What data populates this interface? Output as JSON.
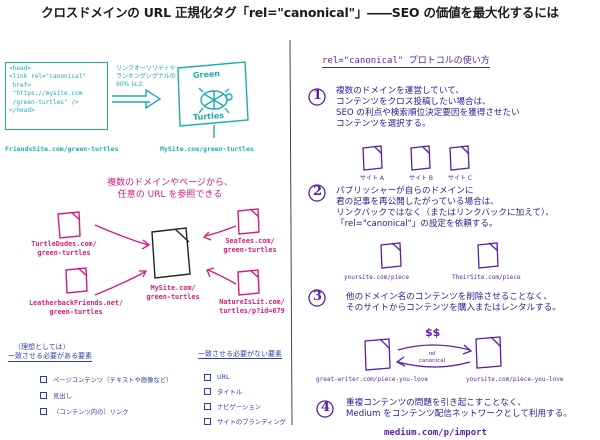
{
  "title": "クロスドメインの URL 正規化タグ「rel=\"canonical\"」――SEO の価値を最大化するには",
  "left": {
    "code": {
      "line1": "<head>",
      "line2": "<link rel=\"canonical\"",
      "line3": " href=",
      "line4": " \"https://mysite.com",
      "line5": " /green-turtles\" />",
      "line6": "</head>"
    },
    "arrow_note": {
      "line1": "リンクオーソリティや",
      "line2": "ランキングシグナルの",
      "line3": "90% 以上"
    },
    "sign": {
      "top": "Green",
      "bottom": "Turtles"
    },
    "friends_url": "FriendsSite.com/green-turtles",
    "mysite_url": "MySite.com/green-turtles",
    "heading": {
      "line1": "複数のドメインやページから、",
      "line2": "任意の URL を参照できる"
    },
    "nodes": {
      "turtledudes": {
        "line1": "TurtleDudes.com/",
        "line2": "green-turtles"
      },
      "seatees": {
        "line1": "SeaTees.com/",
        "line2": "green-turtles"
      },
      "leatherback": {
        "line1": "LeatherbackFriends.net/",
        "line2": "green-turtles"
      },
      "natureislit": {
        "line1": "NatureIsLit.com/",
        "line2": "turtles/p?id=679"
      },
      "center": {
        "line1": "MySite.com/",
        "line2": "green-turtles"
      }
    },
    "must_match": {
      "title1": "（理想としては）",
      "title2": "一致させる必要がある要素",
      "items": [
        "ページコンテンツ（テキストや画像など）",
        "見出し",
        "（コンテンツ内の）リンク"
      ]
    },
    "not_match": {
      "title": "一致させる必要がない要素",
      "items": [
        "URL",
        "タイトル",
        "ナビゲーション",
        "サイトのブランディング"
      ]
    }
  },
  "right": {
    "heading": "rel=\"canonical\" プロトコルの使い方",
    "steps": [
      {
        "num": "1",
        "lines": [
          "複数のドメインを運営していて、",
          "コンテンツをクロス投稿したい場合は、",
          "SEO の利点や検索順位決定要因を獲得させたい",
          "コンテンツを選択する。"
        ],
        "docs": [
          "サイト A",
          "サイト B",
          "サイト C"
        ]
      },
      {
        "num": "2",
        "lines": [
          "パブリッシャーが自らのドメインに",
          "君の記事を再公開したがっている場合は、",
          "リンクバックではなく（またはリンクバックに加えて）、",
          "「rel=\"canonical\"」の設定を依頼する。"
        ],
        "docs": [
          "yoursite.com/piece",
          "TheirSite.com/piece"
        ]
      },
      {
        "num": "3",
        "lines": [
          "他のドメイン名のコンテンツを削除させることなく、",
          "そのサイトからコンテンツを購入またはレンタルする。"
        ],
        "money": "$$",
        "arrow_label": {
          "line1": "rel",
          "line2": "canonical"
        },
        "docs": [
          "great-writer.com/piece-you-love",
          "yoursite.com/piece-you-love"
        ]
      },
      {
        "num": "4",
        "lines": [
          "重複コンテンツの問題を引き起こすことなく、",
          "Medium をコンテンツ配信ネットワークとして利用する。"
        ],
        "url": "medium.com/p/import"
      }
    ]
  },
  "colors": {
    "teal": "#1aaeb0",
    "pink": "#d81b7c",
    "purple": "#5a1fa8",
    "blue": "#2d3fa8"
  }
}
